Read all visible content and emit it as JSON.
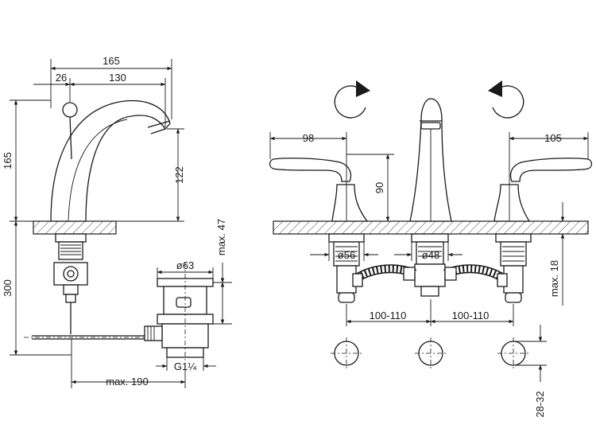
{
  "side_view": {
    "dim_total_reach": "165",
    "dim_offset": "26",
    "dim_spout_reach": "130",
    "dim_height": "165",
    "dim_spout_height": "122",
    "dim_below_deck": "300",
    "dim_max_47": "max. 47",
    "dim_drain_diameter": "ø63",
    "dim_thread": "G1¼",
    "dim_max_190": "max. 190"
  },
  "front_view": {
    "dim_left_handle": "98",
    "dim_right_handle": "105",
    "dim_handle_height": "90",
    "dim_left_base": "ø56",
    "dim_spout_base": "ø48",
    "dim_spacing_left": "100-110",
    "dim_spacing_right": "100-110",
    "dim_max_18": "max. 18",
    "dim_hole": "28-32"
  },
  "colors": {
    "line": "#1a1a1a",
    "background": "#ffffff"
  },
  "icons": [
    "rotate-clockwise-icon",
    "rotate-counterclockwise-icon"
  ]
}
